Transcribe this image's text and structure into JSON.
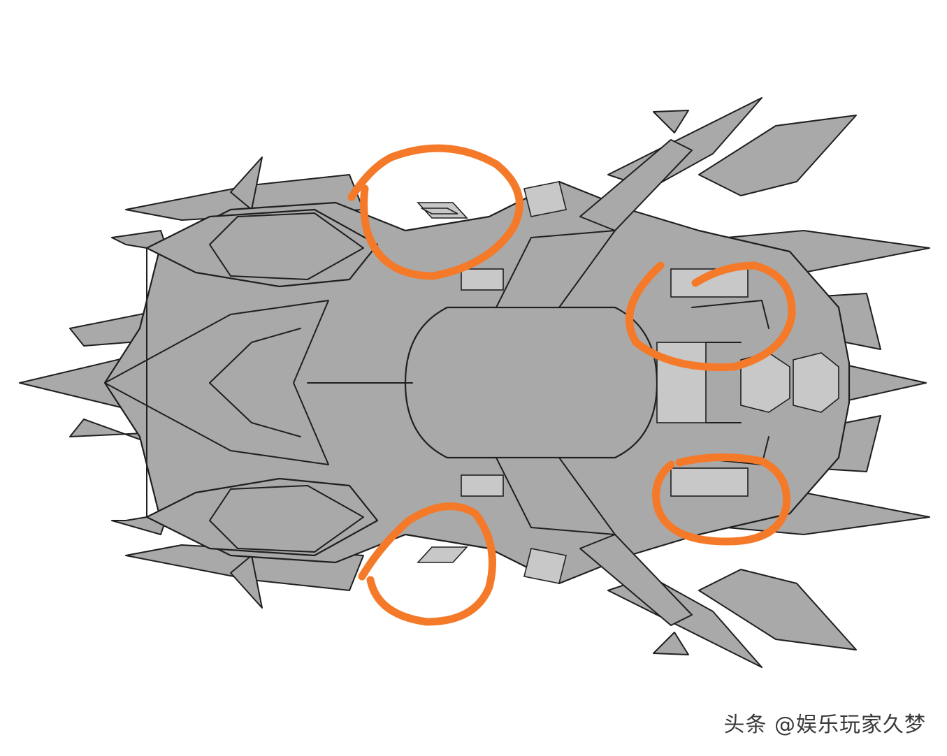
{
  "image": {
    "subject": "top-down-vehicle-line-art",
    "fill_color": "#a9a9a9",
    "outline_color": "#1f1f1f",
    "highlight_color": "#f47a2a",
    "highlight_count": 4
  },
  "watermark": {
    "text": "头条 @娱乐玩家久梦"
  }
}
